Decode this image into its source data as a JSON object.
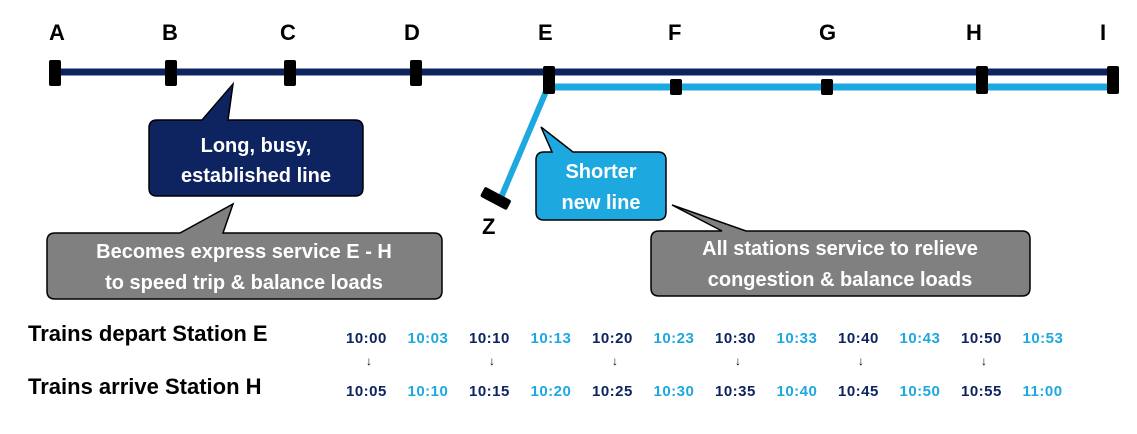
{
  "colors": {
    "established_line": "#0d2461",
    "new_line": "#1ea8e0",
    "note_callout": "#808080",
    "callout_border": "#000000"
  },
  "stations": [
    "A",
    "B",
    "C",
    "D",
    "E",
    "F",
    "G",
    "H",
    "I",
    "Z"
  ],
  "callouts": {
    "established": [
      "Long, busy,",
      "established line"
    ],
    "new_line": [
      "Shorter",
      "new line"
    ],
    "express_note": [
      "Becomes express service E - H",
      "to speed trip & balance loads"
    ],
    "all_stations_note": [
      "All stations service to relieve",
      "congestion & balance loads"
    ]
  },
  "timetable": {
    "depart_label": "Trains depart Station E",
    "arrive_label": "Trains arrive Station H",
    "depart_times": [
      "10:00",
      "10:03",
      "10:10",
      "10:13",
      "10:20",
      "10:23",
      "10:30",
      "10:33",
      "10:40",
      "10:43",
      "10:50",
      "10:53"
    ],
    "arrive_times": [
      "10:05",
      "10:10",
      "10:15",
      "10:20",
      "10:25",
      "10:30",
      "10:35",
      "10:40",
      "10:45",
      "10:50",
      "10:55",
      "11:00"
    ],
    "time_lines": [
      "established",
      "new",
      "established",
      "new",
      "established",
      "new",
      "established",
      "new",
      "established",
      "new",
      "established",
      "new"
    ]
  }
}
